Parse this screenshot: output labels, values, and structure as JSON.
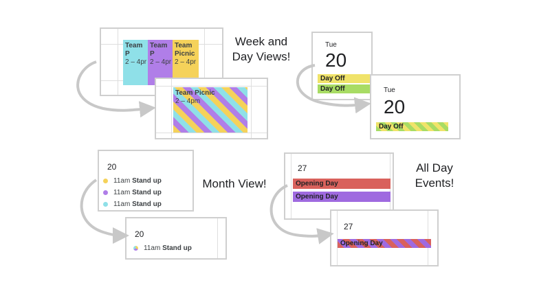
{
  "captions": {
    "week_day": [
      "Week and",
      "Day Views!"
    ],
    "month": "Month View!",
    "all_day": [
      "All Day",
      "Events!"
    ]
  },
  "week_before": {
    "events": [
      {
        "title": "Team P",
        "time": "2 – 4pr",
        "color": "#8fe0e8"
      },
      {
        "title": "Team P",
        "time": "2 – 4pr",
        "color": "#b07ee8"
      },
      {
        "title": "Team",
        "title2": "Picnic",
        "time": "2 – 4pr",
        "color": "#f5d25a"
      }
    ]
  },
  "week_after": {
    "title": "Team Picnic",
    "time": "2 – 4pm"
  },
  "day_before": {
    "weekday": "Tue",
    "date": "20",
    "events": [
      {
        "label": "Day Off",
        "color": "#f0e36a"
      },
      {
        "label": "Day Off",
        "color": "#a8dc64"
      }
    ]
  },
  "day_after": {
    "weekday": "Tue",
    "date": "20",
    "event": "Day Off"
  },
  "month_before": {
    "date": "20",
    "events": [
      {
        "time": "11am",
        "title": "Stand up",
        "color": "#f5d25a"
      },
      {
        "time": "11am",
        "title": "Stand up",
        "color": "#b07ee8"
      },
      {
        "time": "11am",
        "title": "Stand up",
        "color": "#8fe0e8"
      }
    ]
  },
  "month_after": {
    "date": "20",
    "time": "11am",
    "title": "Stand up"
  },
  "allday_before": {
    "date": "27",
    "events": [
      {
        "label": "Opening Day",
        "color": "#d9615c"
      },
      {
        "label": "Opening Day",
        "color": "#9f6ae0"
      }
    ]
  },
  "allday_after": {
    "date": "27",
    "event": "Opening Day"
  },
  "colors": {
    "arrow": "#c8c8c8",
    "border": "#cfcfcf"
  }
}
